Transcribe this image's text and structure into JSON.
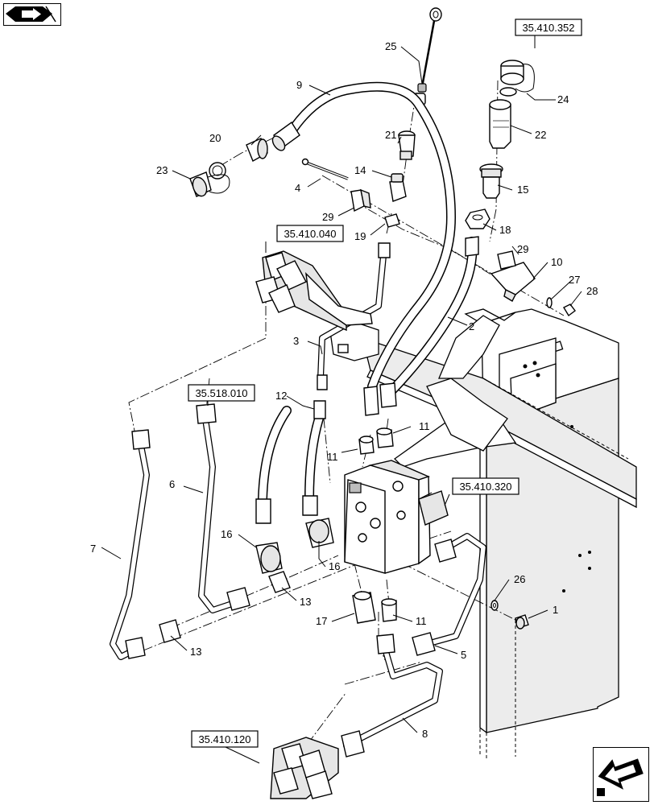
{
  "callouts": [
    {
      "id": "c1",
      "text": "1"
    },
    {
      "id": "c2",
      "text": "2"
    },
    {
      "id": "c3",
      "text": "3"
    },
    {
      "id": "c4",
      "text": "4"
    },
    {
      "id": "c5",
      "text": "5"
    },
    {
      "id": "c6",
      "text": "6"
    },
    {
      "id": "c7",
      "text": "7"
    },
    {
      "id": "c8",
      "text": "8"
    },
    {
      "id": "c9",
      "text": "9"
    },
    {
      "id": "c10",
      "text": "10"
    },
    {
      "id": "c11a",
      "text": "11"
    },
    {
      "id": "c11b",
      "text": "11"
    },
    {
      "id": "c11c",
      "text": "11"
    },
    {
      "id": "c12",
      "text": "12"
    },
    {
      "id": "c13a",
      "text": "13"
    },
    {
      "id": "c13b",
      "text": "13"
    },
    {
      "id": "c14",
      "text": "14"
    },
    {
      "id": "c15",
      "text": "15"
    },
    {
      "id": "c16a",
      "text": "16"
    },
    {
      "id": "c16b",
      "text": "16"
    },
    {
      "id": "c17",
      "text": "17"
    },
    {
      "id": "c18",
      "text": "18"
    },
    {
      "id": "c19",
      "text": "19"
    },
    {
      "id": "c20",
      "text": "20"
    },
    {
      "id": "c21",
      "text": "21"
    },
    {
      "id": "c22",
      "text": "22"
    },
    {
      "id": "c23",
      "text": "23"
    },
    {
      "id": "c24",
      "text": "24"
    },
    {
      "id": "c25",
      "text": "25"
    },
    {
      "id": "c26",
      "text": "26"
    },
    {
      "id": "c27",
      "text": "27"
    },
    {
      "id": "c28",
      "text": "28"
    },
    {
      "id": "c29a",
      "text": "29"
    },
    {
      "id": "c29b",
      "text": "29"
    }
  ],
  "ref_boxes": [
    {
      "id": "r1",
      "text": "35.410.352"
    },
    {
      "id": "r2",
      "text": "35.410.040"
    },
    {
      "id": "r3",
      "text": "35.518.010"
    },
    {
      "id": "r4",
      "text": "35.410.320"
    },
    {
      "id": "r5",
      "text": "35.410.120"
    }
  ],
  "navigation": {
    "top": {
      "icon": "book-arrow-icon"
    },
    "bottom": {
      "icon": "arrow-back-icon"
    }
  }
}
